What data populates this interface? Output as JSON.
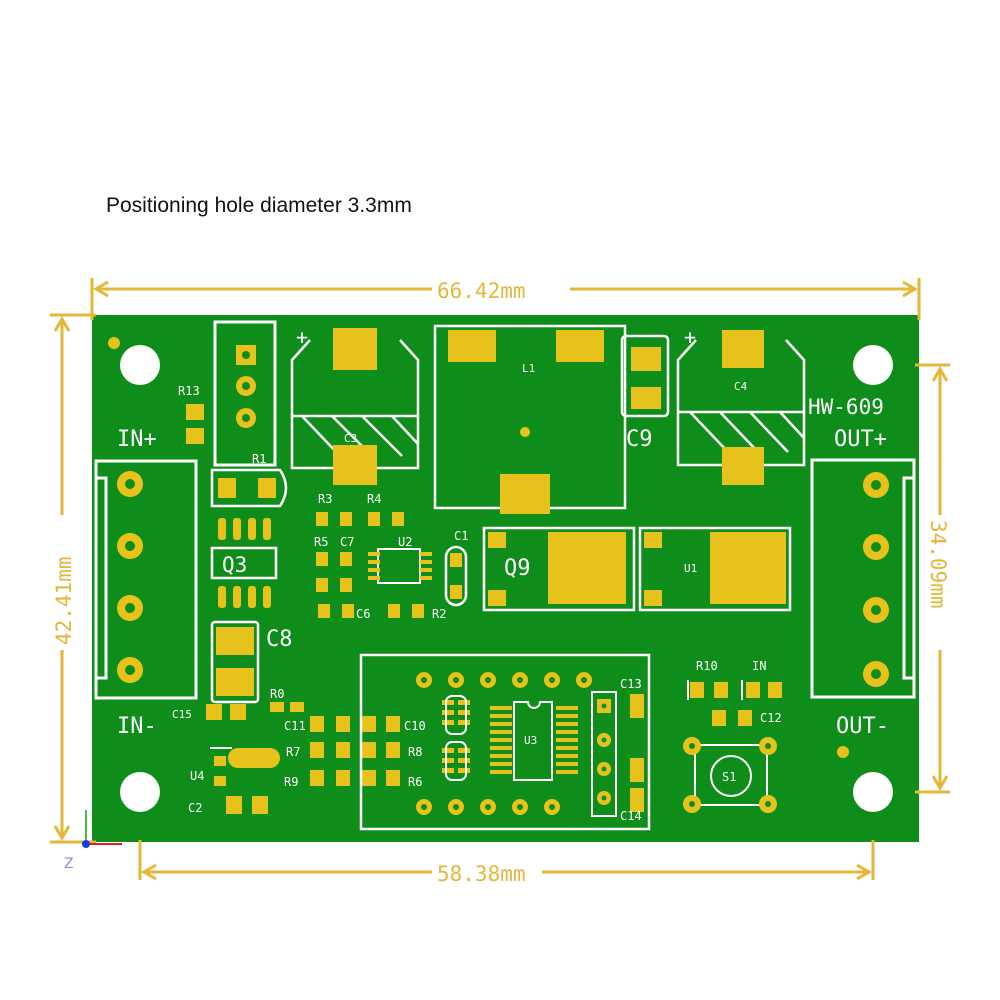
{
  "header": {
    "title": "Positioning hole diameter 3.3mm"
  },
  "dimensions": {
    "width_top": "66.42mm",
    "width_bottom": "58.38mm",
    "height_left": "42.41mm",
    "height_right": "34.09mm"
  },
  "board": {
    "model": "HW-609",
    "connectors": {
      "in_plus": "IN+",
      "in_minus": "IN-",
      "out_plus": "OUT+",
      "out_minus": "OUT-"
    },
    "components": {
      "R13": "R13",
      "R1": "R1",
      "R3": "R3",
      "R4": "R4",
      "R5": "R5",
      "C7": "C7",
      "U2": "U2",
      "Q3": "Q3",
      "C6": "C6",
      "R2": "R2",
      "C8": "C8",
      "C1": "C1",
      "Q9": "Q9",
      "U1": "U1",
      "L1": "L1",
      "C9": "C9",
      "C4": "C4",
      "C3": "C3",
      "R0": "R0",
      "C15": "C15",
      "C11": "C11",
      "R7": "R7",
      "R9": "R9",
      "U4": "U4",
      "C2": "C2",
      "C10": "C10",
      "R8": "R8",
      "R6": "R6",
      "U3": "U3",
      "C13": "C13",
      "C14": "C14",
      "R10": "R10",
      "IN": "IN",
      "C12": "C12",
      "S1": "S1"
    },
    "polarity_plus": "+"
  },
  "axis": {
    "z": "Z"
  },
  "colors": {
    "board": "#0e8d1a",
    "pad": "#e8c21c",
    "silk": "#ffffff",
    "dim": "#e3b73a"
  }
}
